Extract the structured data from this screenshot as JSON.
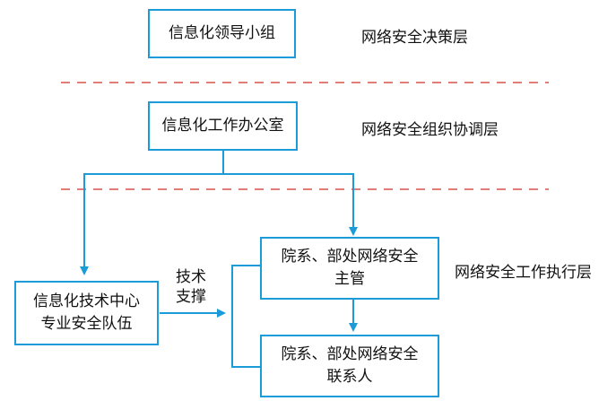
{
  "nodes": {
    "leading_group": "信息化领导小组",
    "it_office": "信息化工作办公室",
    "tech_center": [
      "信息化技术中心",
      "专业安全队伍"
    ],
    "dept_supervisor": [
      "院系、部处网络安全",
      "主管"
    ],
    "dept_liaison": [
      "院系、部处网络安全",
      "联系人"
    ]
  },
  "layers": {
    "decision": "网络安全决策层",
    "coordination": "网络安全组织协调层",
    "execution": "网络安全工作执行层"
  },
  "edge_labels": {
    "tech_support": [
      "技术",
      "支撑"
    ]
  },
  "colors": {
    "box_border": "#1b9bd8",
    "arrow": "#1b9bd8",
    "divider": "#d9534f"
  }
}
